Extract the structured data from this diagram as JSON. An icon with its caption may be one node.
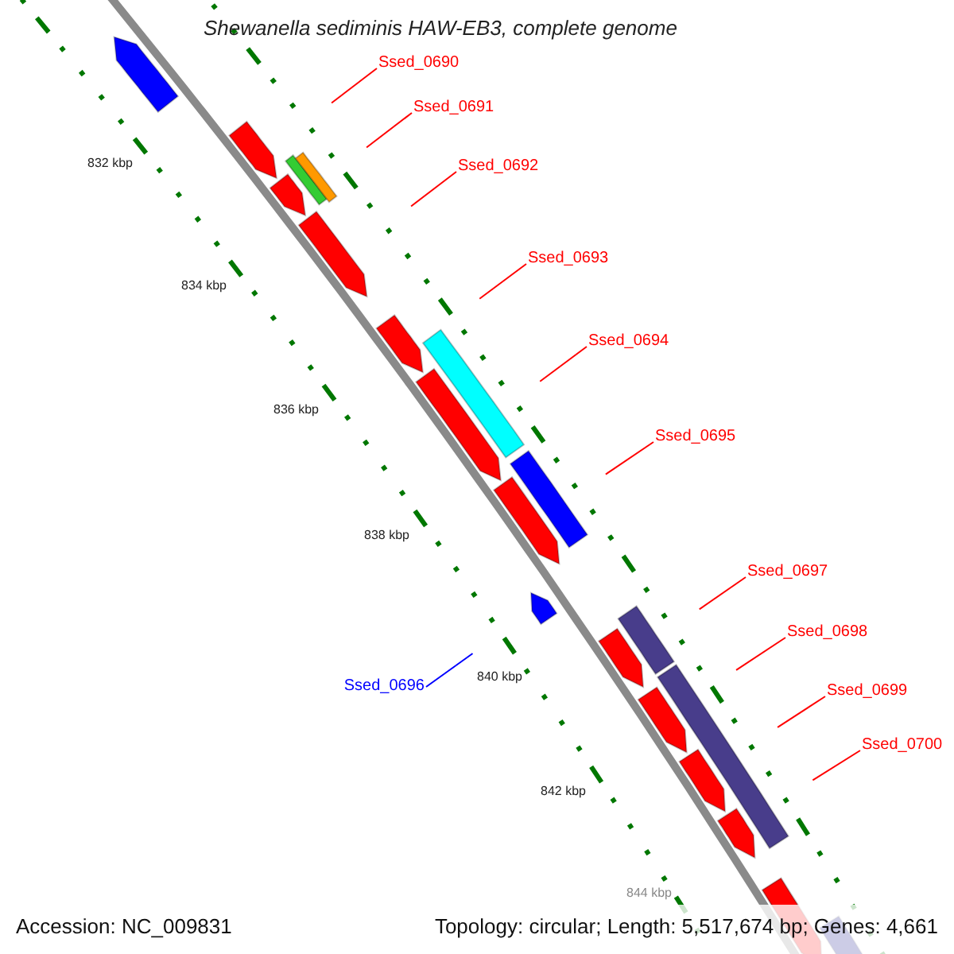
{
  "diagram": {
    "title": "Shewanella sediminis HAW-EB3, complete genome",
    "nodes": [
      {
        "text": [
          "Ssed_0690"
        ]
      },
      {
        "text": [
          "Ssed_0691"
        ]
      },
      {
        "text": [
          "Ssed_0692"
        ]
      },
      {
        "text": [
          "Ssed_0693"
        ]
      },
      {
        "text": [
          "Ssed_0694"
        ]
      },
      {
        "text": [
          "Ssed_0695"
        ]
      },
      {
        "text": [
          "Ssed_0697"
        ]
      },
      {
        "text": [
          "Ssed_0698"
        ]
      },
      {
        "text": [
          "Ssed_0696"
        ]
      },
      {
        "text": [
          "Ssed_0699"
        ]
      },
      {
        "text": [
          "Ssed_0700"
        ]
      }
    ],
    "edges": [
      {
        "from": 0,
        "to": null,
        "arrow": "none"
      },
      {
        "from": 1,
        "to": null,
        "arrow": "none"
      },
      {
        "from": 2,
        "to": null,
        "arrow": "none"
      },
      {
        "from": 3,
        "to": null,
        "arrow": "none"
      },
      {
        "from": 4,
        "to": null,
        "arrow": "none"
      },
      {
        "from": 5,
        "to": null,
        "arrow": "none"
      },
      {
        "from": 6,
        "to": null,
        "arrow": "none"
      },
      {
        "from": 7,
        "to": null,
        "arrow": "none"
      },
      {
        "from": 8,
        "to": null,
        "arrow": "none",
        "color": "#0000ff"
      },
      {
        "from": 9,
        "to": null,
        "arrow": "none"
      },
      {
        "from": 10,
        "to": null,
        "arrow": "none"
      }
    ],
    "labels": [
      "832 kbp",
      "834 kbp",
      "836 kbp",
      "838 kbp",
      "840 kbp",
      "842 kbp",
      "844 kbp",
      "Accession: NC_009831",
      "Topology: circular; Length: 5,517,674 bp; Genes: 4,661"
    ]
  }
}
